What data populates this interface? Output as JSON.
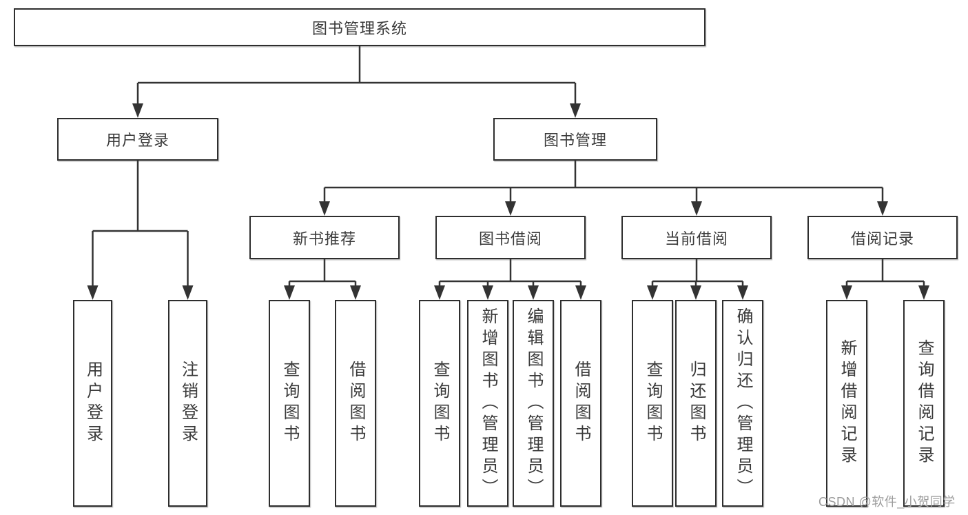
{
  "tree": {
    "label": "图书管理系统",
    "children": [
      {
        "label": "用户登录",
        "children": [
          {
            "label": "用户登录"
          },
          {
            "label": "注销登录"
          }
        ]
      },
      {
        "label": "图书管理",
        "children": [
          {
            "label": "新书推荐",
            "children": [
              {
                "label": "查询图书"
              },
              {
                "label": "借阅图书"
              }
            ]
          },
          {
            "label": "图书借阅",
            "children": [
              {
                "label": "查询图书"
              },
              {
                "label": "新增图书（管理员）"
              },
              {
                "label": "编辑图书（管理员）"
              },
              {
                "label": "借阅图书"
              }
            ]
          },
          {
            "label": "当前借阅",
            "children": [
              {
                "label": "查询图书"
              },
              {
                "label": "归还图书"
              },
              {
                "label": "确认归还（管理员）"
              }
            ]
          },
          {
            "label": "借阅记录",
            "children": [
              {
                "label": "新增借阅记录"
              },
              {
                "label": "查询借阅记录"
              }
            ]
          }
        ]
      }
    ]
  },
  "watermark": {
    "text": "CSDN @软件_小贺同学"
  },
  "colors": {
    "line": "#333333",
    "box_border": "#2e2e2e",
    "text": "#3a3a3a",
    "watermark": "#9c9c9c",
    "background": "#ffffff"
  }
}
